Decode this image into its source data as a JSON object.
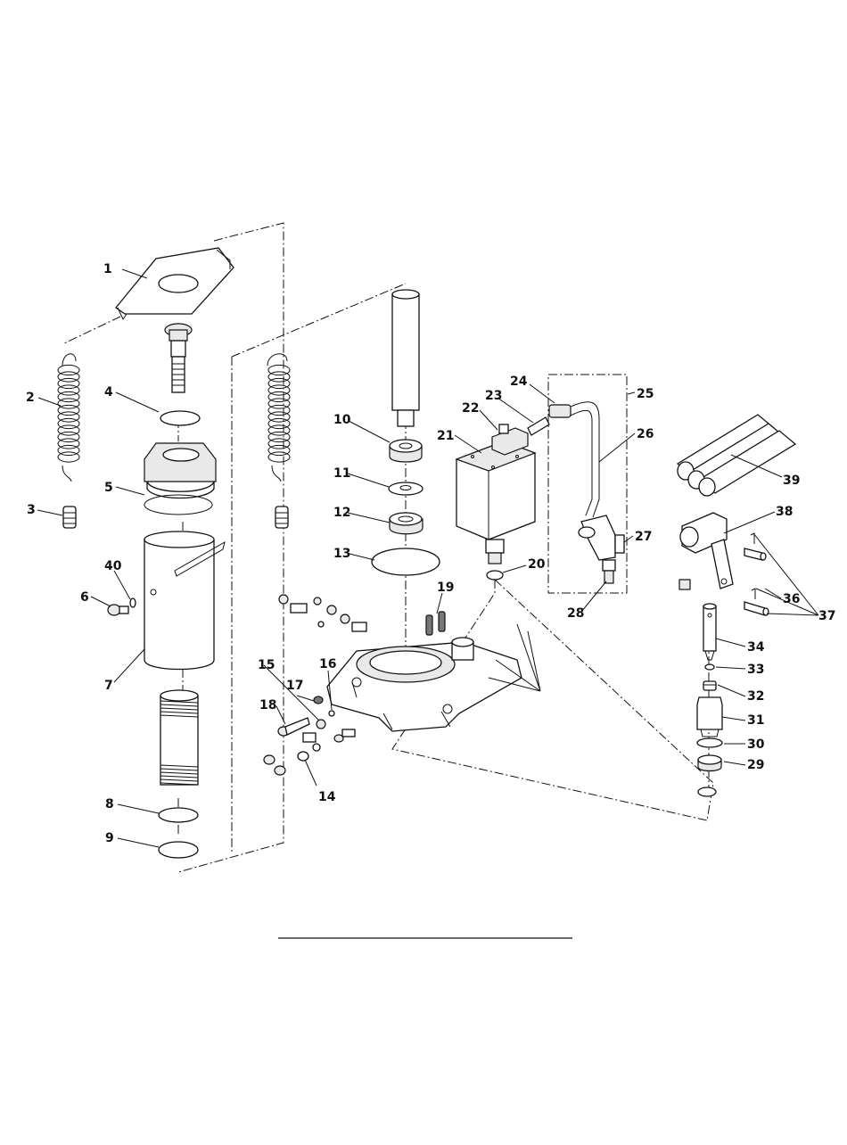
{
  "callouts": [
    {
      "id": "1",
      "text": "1"
    },
    {
      "id": "2",
      "text": "2"
    },
    {
      "id": "3",
      "text": "3"
    },
    {
      "id": "4",
      "text": "4"
    },
    {
      "id": "5",
      "text": "5"
    },
    {
      "id": "6",
      "text": "6"
    },
    {
      "id": "7",
      "text": "7"
    },
    {
      "id": "8",
      "text": "8"
    },
    {
      "id": "9",
      "text": "9"
    },
    {
      "id": "10",
      "text": "10"
    },
    {
      "id": "11",
      "text": "11"
    },
    {
      "id": "12",
      "text": "12"
    },
    {
      "id": "13",
      "text": "13"
    },
    {
      "id": "14",
      "text": "14"
    },
    {
      "id": "15",
      "text": "15"
    },
    {
      "id": "16",
      "text": "16"
    },
    {
      "id": "17",
      "text": "17"
    },
    {
      "id": "18",
      "text": "18"
    },
    {
      "id": "19",
      "text": "19"
    },
    {
      "id": "20",
      "text": "20"
    },
    {
      "id": "21",
      "text": "21"
    },
    {
      "id": "22",
      "text": "22"
    },
    {
      "id": "23",
      "text": "23"
    },
    {
      "id": "24",
      "text": "24"
    },
    {
      "id": "25",
      "text": "25"
    },
    {
      "id": "26",
      "text": "26"
    },
    {
      "id": "27",
      "text": "27"
    },
    {
      "id": "28",
      "text": "28"
    },
    {
      "id": "29",
      "text": "29"
    },
    {
      "id": "30",
      "text": "30"
    },
    {
      "id": "31",
      "text": "31"
    },
    {
      "id": "32",
      "text": "32"
    },
    {
      "id": "33",
      "text": "33"
    },
    {
      "id": "34",
      "text": "34"
    },
    {
      "id": "36",
      "text": "36"
    },
    {
      "id": "37",
      "text": "37"
    },
    {
      "id": "38",
      "text": "38"
    },
    {
      "id": "39",
      "text": "39"
    },
    {
      "id": "40",
      "text": "40"
    }
  ]
}
